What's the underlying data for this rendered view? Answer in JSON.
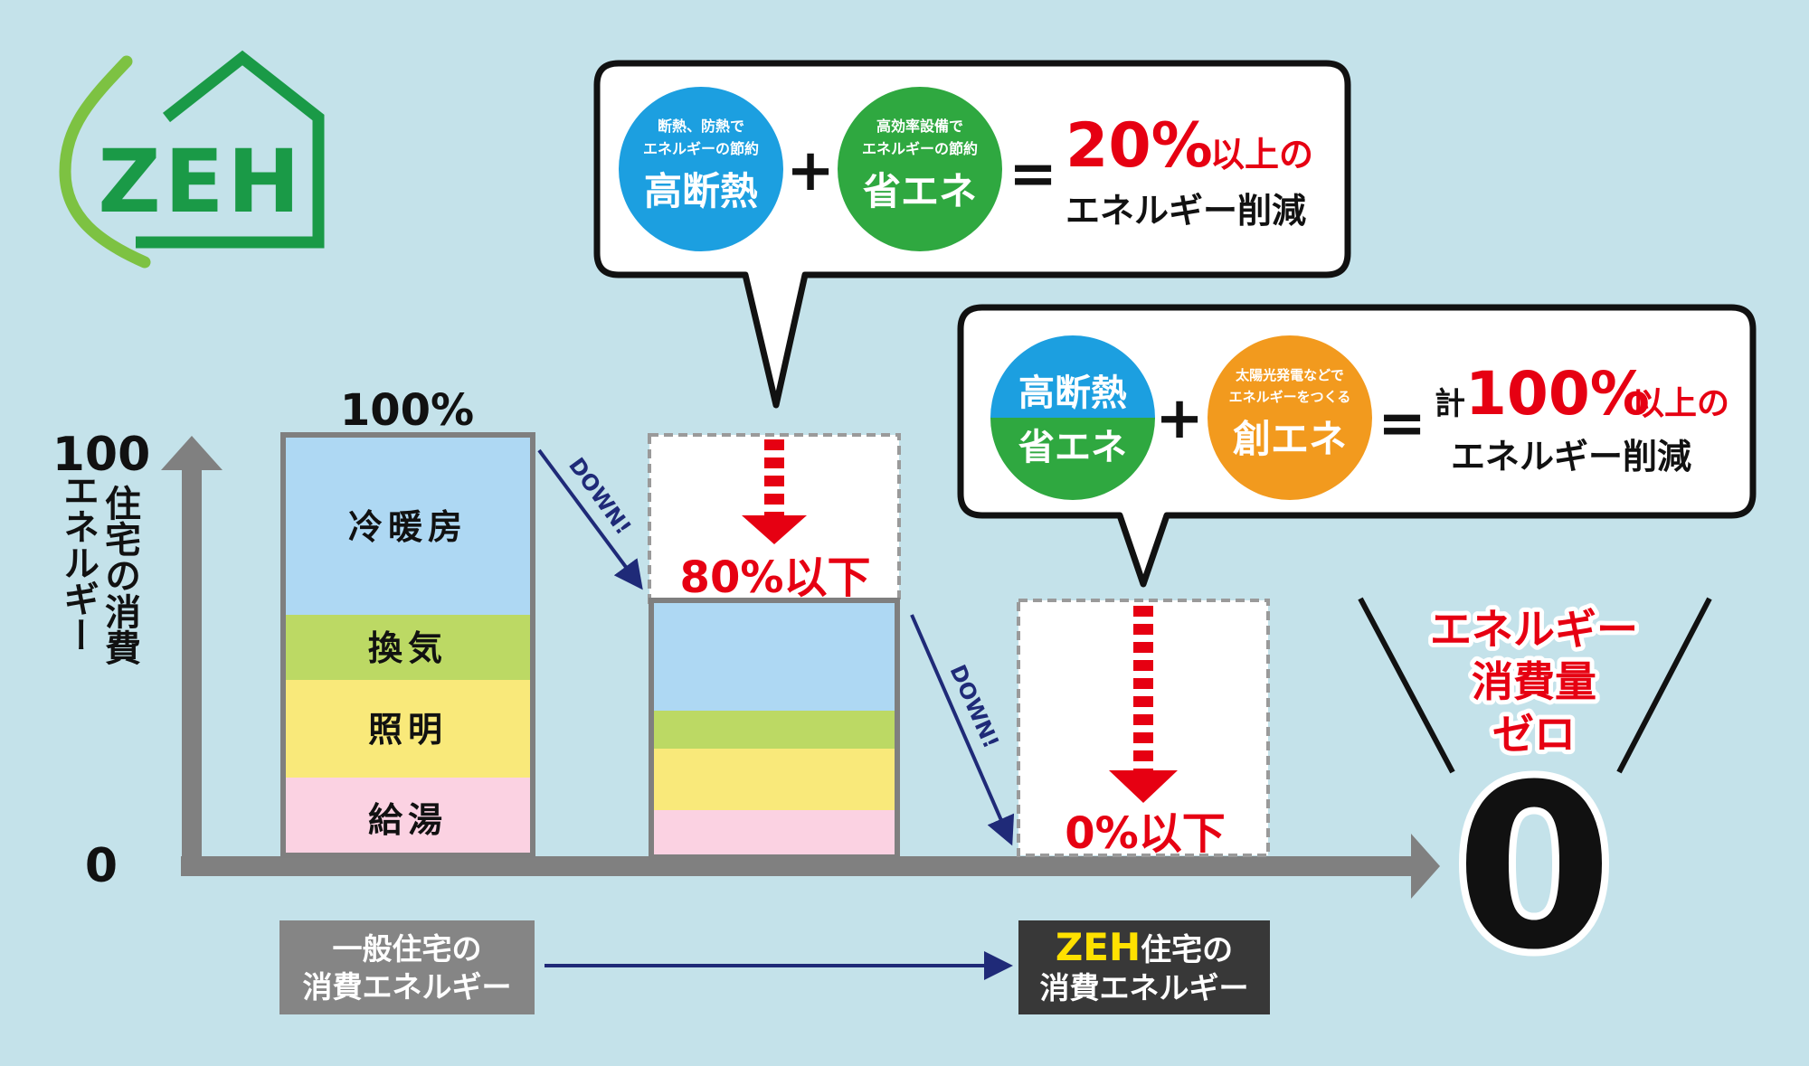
{
  "logo": {
    "text": "ZEH"
  },
  "axis": {
    "y_top": "100",
    "y_bottom": "0",
    "y_label_col1": "住宅の消費",
    "y_label_col2": "エネルギー"
  },
  "bar_general": {
    "top_label": "100%",
    "segments": [
      {
        "label": "冷暖房",
        "color": "#aed8f3"
      },
      {
        "label": "換気",
        "color": "#bcd964"
      },
      {
        "label": "照明",
        "color": "#f9e97a"
      },
      {
        "label": "給湯",
        "color": "#fbd2e2"
      }
    ]
  },
  "bar_energy_saving": {
    "label": "80%以下"
  },
  "bar_zeh": {
    "label": "0%以下"
  },
  "down_label": "DOWN!",
  "callout1": {
    "circle1": {
      "sub1": "断熱、防熱で",
      "sub2": "エネルギーの節約",
      "main": "高断熱",
      "color": "#1c9fe0"
    },
    "plus": "+",
    "circle2": {
      "sub1": "高効率設備で",
      "sub2": "エネルギーの節約",
      "main": "省エネ",
      "color": "#2fa840"
    },
    "equals": "=",
    "result_big": "20%",
    "result_small": "以上の",
    "result_line2": "エネルギー削減"
  },
  "callout2": {
    "circle1": {
      "top": "高断熱",
      "bottom": "省エネ",
      "top_color": "#1c9fe0",
      "bottom_color": "#2fa840"
    },
    "plus": "+",
    "circle2": {
      "sub1": "太陽光発電などで",
      "sub2": "エネルギーをつくる",
      "main": "創エネ",
      "color": "#f29a1e"
    },
    "equals": "=",
    "result_prefix": "計",
    "result_big": "100%",
    "result_small": "以上の",
    "result_line2": "エネルギー削減"
  },
  "zero": {
    "line1": "エネルギー",
    "line2": "消費量",
    "line3": "ゼロ",
    "big": "0"
  },
  "box_general": {
    "line1": "一般住宅の",
    "line2": "消費エネルギー"
  },
  "box_zeh": {
    "prefix": "ZEH",
    "line1_rest": "住宅の",
    "line2": "消費エネルギー"
  }
}
